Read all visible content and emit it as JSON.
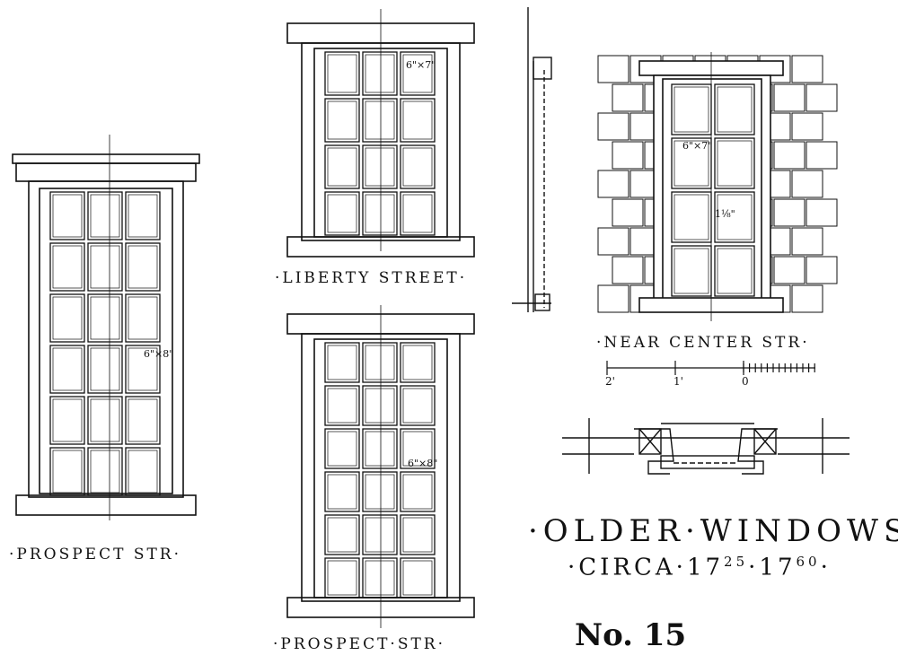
{
  "labels": {
    "prospect_left": "·PROSPECT STR·",
    "liberty": "·LIBERTY STREET·",
    "prospect_center": "·PROSPECT·STR·",
    "near_center": "·NEAR CENTER STR·"
  },
  "dimensions": {
    "left_pane": "6\"×8\"",
    "liberty_pane": "6\"×7\"",
    "prospect_pane": "6\"×8\"",
    "near_pane": "6\"×7\"",
    "near_mullion": "1⅛\""
  },
  "scale": {
    "marks": [
      "2'",
      "1'",
      "0"
    ]
  },
  "title": {
    "line1": "·OLDER·WINDOWS·",
    "line2_prefix": "·CIRCA·",
    "year1_main": "17",
    "year1_sup": "25",
    "year2_main": "17",
    "year2_sup": "60",
    "plate": "No. 15"
  },
  "stroke_color": "#111111"
}
